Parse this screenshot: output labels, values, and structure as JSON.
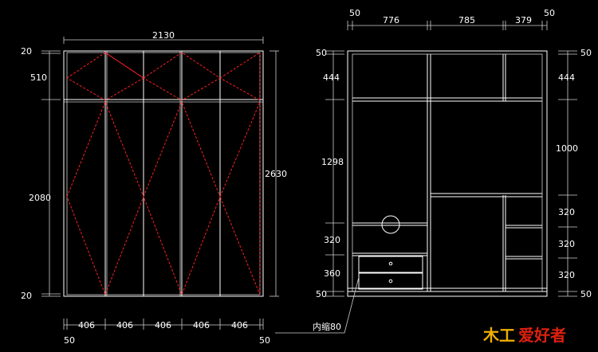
{
  "left_view": {
    "overall_width": "2130",
    "overall_height": "2630",
    "top_margin": "20",
    "bottom_margin": "20",
    "upper_height": "510",
    "lower_height": "2080",
    "door_width": "406",
    "side_offset_left": "50",
    "side_offset_right": "50"
  },
  "right_view": {
    "top_dims": [
      "50",
      "776",
      "785",
      "379",
      "50"
    ],
    "left_dims": [
      "50",
      "444",
      "1298",
      "320",
      "360",
      "50"
    ],
    "right_dims": [
      "50",
      "444",
      "1000",
      "320",
      "320",
      "320",
      "50"
    ],
    "callout": "内缩80"
  },
  "watermark": {
    "text1": "木工",
    "text2": "爱好者",
    "color_gold": "#f0b000",
    "color_red": "#e02010"
  }
}
